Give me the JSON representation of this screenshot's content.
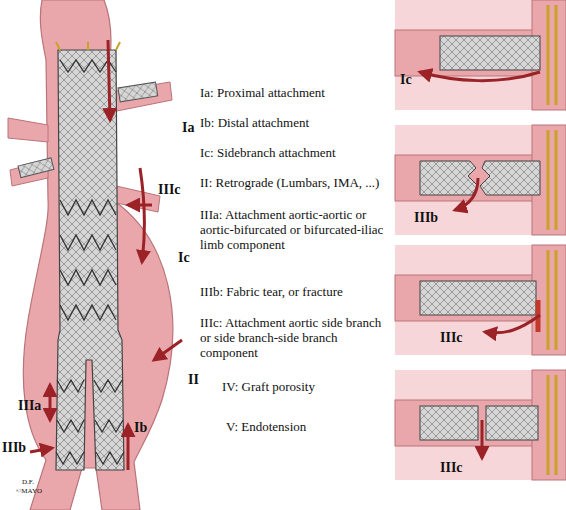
{
  "diagram": {
    "labels": [
      "Ia",
      "IIIc",
      "Ic",
      "II",
      "IIIa",
      "Ib",
      "IIIb",
      "Ia: Proximal attachment",
      "Ib: Distal attachment",
      "Ic: Sidebranch attachment",
      "II: Retrograde (Lumbars, IMA, ...)",
      "IIIa: Attachment aortic-aortic or aortic-bifurcated or bifurcated-iliac limb component",
      "IIIb: Fabric tear, or fracture",
      "IIIc: Attachment aortic side branch or side branch-side branch component",
      "IV: Graft porosity",
      "V: Endotension",
      "Ic",
      "IIIb",
      "IIIc",
      "IIIc",
      "D.F.",
      "©MAYO"
    ]
  }
}
